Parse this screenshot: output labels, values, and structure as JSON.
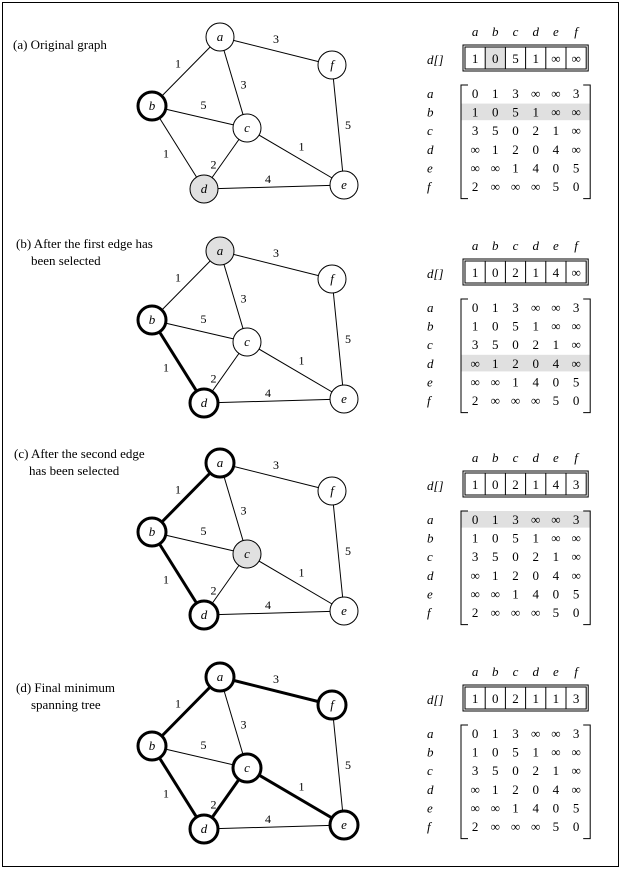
{
  "columns": [
    "a",
    "b",
    "c",
    "d",
    "e",
    "f"
  ],
  "d_label": "d[]",
  "matrix": [
    [
      "0",
      "1",
      "3",
      "∞",
      "∞",
      "3"
    ],
    [
      "1",
      "0",
      "5",
      "1",
      "∞",
      "∞"
    ],
    [
      "3",
      "5",
      "0",
      "2",
      "1",
      "∞"
    ],
    [
      "∞",
      "1",
      "2",
      "0",
      "4",
      "∞"
    ],
    [
      "∞",
      "∞",
      "1",
      "4",
      "0",
      "5"
    ],
    [
      "2",
      "∞",
      "∞",
      "∞",
      "5",
      "0"
    ]
  ],
  "edges": [
    {
      "from": "a",
      "to": "f",
      "w": "3"
    },
    {
      "from": "a",
      "to": "b",
      "w": "1"
    },
    {
      "from": "a",
      "to": "c",
      "w": "3"
    },
    {
      "from": "b",
      "to": "c",
      "w": "5"
    },
    {
      "from": "b",
      "to": "d",
      "w": "1"
    },
    {
      "from": "c",
      "to": "d",
      "w": "2"
    },
    {
      "from": "c",
      "to": "e",
      "w": "1"
    },
    {
      "from": "d",
      "to": "e",
      "w": "4"
    },
    {
      "from": "f",
      "to": "e",
      "w": "5"
    }
  ],
  "panels": [
    {
      "caption": [
        "(a) Original graph"
      ],
      "d": [
        "1",
        "0",
        "5",
        "1",
        "∞",
        "∞"
      ],
      "d_highlight": 1,
      "row_highlight": 1,
      "gray_node": "d",
      "thick_nodes": [
        "b"
      ],
      "thick_edges": []
    },
    {
      "caption": [
        "(b)   After the first edge has",
        "been selected"
      ],
      "d": [
        "1",
        "0",
        "2",
        "1",
        "4",
        "∞"
      ],
      "d_highlight": -1,
      "row_highlight": 3,
      "gray_node": "a",
      "thick_nodes": [
        "b",
        "d"
      ],
      "thick_edges": [
        "b-d"
      ]
    },
    {
      "caption": [
        "(c) After the second edge",
        "has been selected"
      ],
      "d": [
        "1",
        "0",
        "2",
        "1",
        "4",
        "3"
      ],
      "d_highlight": -1,
      "row_highlight": 0,
      "gray_node": "c",
      "thick_nodes": [
        "a",
        "b",
        "d"
      ],
      "thick_edges": [
        "a-b",
        "b-d"
      ]
    },
    {
      "caption": [
        "(d)  Final minimum",
        "spanning tree"
      ],
      "d": [
        "1",
        "0",
        "2",
        "1",
        "1",
        "3"
      ],
      "d_highlight": -1,
      "row_highlight": -1,
      "gray_node": "",
      "thick_nodes": [
        "a",
        "b",
        "c",
        "d",
        "e",
        "f"
      ],
      "thick_edges": [
        "a-f",
        "a-b",
        "b-d",
        "c-d",
        "c-e"
      ]
    }
  ]
}
